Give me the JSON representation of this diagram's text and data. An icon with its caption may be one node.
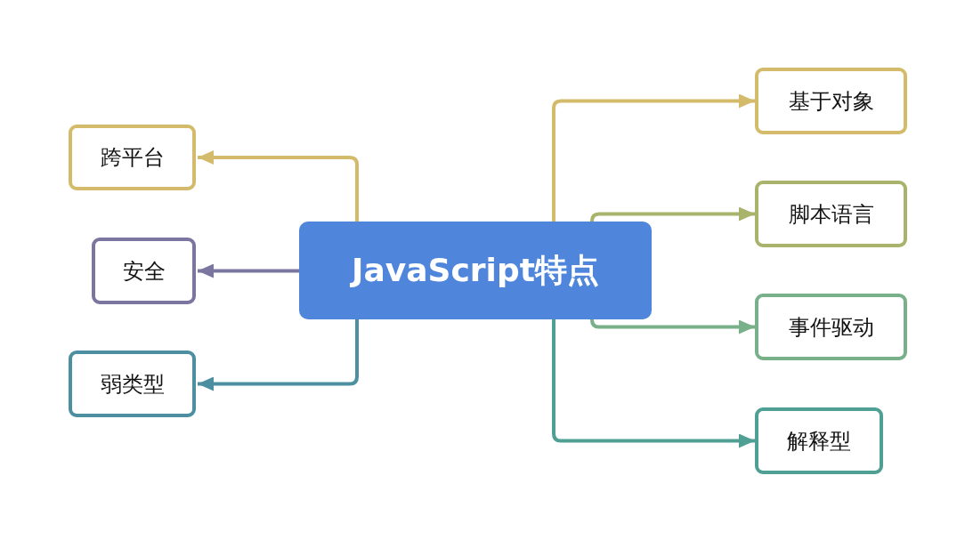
{
  "diagram": {
    "nodes": [
      {
        "text": [
          "JavaScript特点"
        ]
      },
      {
        "text": [
          "跨平台"
        ]
      },
      {
        "text": [
          "安全"
        ]
      },
      {
        "text": [
          "弱类型"
        ]
      },
      {
        "text": [
          "基于对象"
        ]
      },
      {
        "text": [
          "脚本语言"
        ]
      },
      {
        "text": [
          "事件驱动"
        ]
      },
      {
        "text": [
          "解释型"
        ]
      }
    ],
    "edges": [
      {
        "from": 0,
        "to": 1,
        "arrow": "to",
        "color": "#d4bb6b"
      },
      {
        "from": 0,
        "to": 2,
        "arrow": "to",
        "color": "#7a769f"
      },
      {
        "from": 0,
        "to": 3,
        "arrow": "to",
        "color": "#4b8fa1"
      },
      {
        "from": 0,
        "to": 4,
        "arrow": "to",
        "color": "#d4bb6b"
      },
      {
        "from": 0,
        "to": 5,
        "arrow": "to",
        "color": "#a9b36c"
      },
      {
        "from": 0,
        "to": 6,
        "arrow": "to",
        "color": "#78b08a"
      },
      {
        "from": 0,
        "to": 7,
        "arrow": "to",
        "color": "#4f9f94"
      }
    ]
  }
}
